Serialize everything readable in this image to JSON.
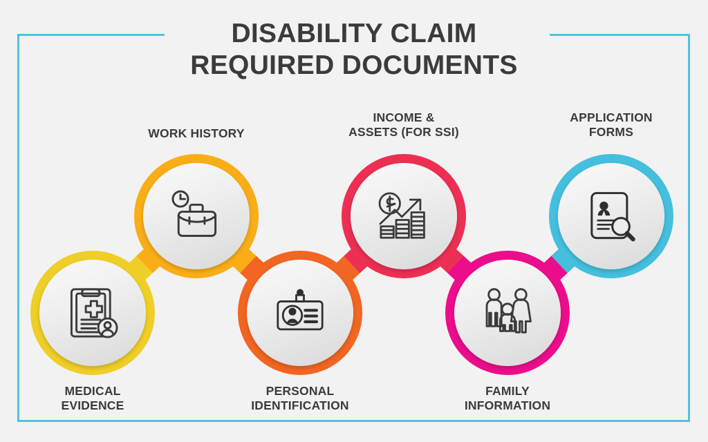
{
  "title": {
    "line1": "DISABILITY CLAIM",
    "line2": "REQUIRED DOCUMENTS"
  },
  "theme": {
    "background": "#F2F2F2",
    "frame_color": "#4EC3E0",
    "title_color": "#3B3B3B",
    "caption_color": "#3B3B3B",
    "icon_color": "#3A3A3A",
    "disc_gradient_from": "#FAFAFA",
    "disc_gradient_to": "#D9D9D9"
  },
  "steps": [
    {
      "id": "medical-evidence",
      "label": "MEDICAL\nEVIDENCE",
      "ring_color": "#EFCE28",
      "icon": "clipboard-medical-person-icon",
      "position": "bottom"
    },
    {
      "id": "work-history",
      "label": "WORK HISTORY",
      "ring_color": "#F9AE17",
      "icon": "briefcase-clock-icon",
      "position": "top"
    },
    {
      "id": "personal-identification",
      "label": "PERSONAL\nIDENTIFICATION",
      "ring_color": "#F26522",
      "icon": "id-badge-icon",
      "position": "bottom"
    },
    {
      "id": "income-assets",
      "label": "INCOME &\nASSETS (FOR SSI)",
      "ring_color": "#ED2F54",
      "icon": "money-growth-chart-icon",
      "position": "top"
    },
    {
      "id": "family-information",
      "label": "FAMILY\nINFORMATION",
      "ring_color": "#EC0D8C",
      "icon": "family-group-icon",
      "position": "bottom"
    },
    {
      "id": "application-forms",
      "label": "APPLICATION\nFORMS",
      "ring_color": "#44BFDD",
      "icon": "resume-magnifier-icon",
      "position": "top"
    }
  ],
  "connectors": [
    {
      "from": "medical-evidence",
      "to": "work-history",
      "color_from": "#EFCE28",
      "color_to": "#F9AE17"
    },
    {
      "from": "work-history",
      "to": "personal-identification",
      "color_from": "#F9AE17",
      "color_to": "#F26522"
    },
    {
      "from": "personal-identification",
      "to": "income-assets",
      "color_from": "#F26522",
      "color_to": "#ED2F54"
    },
    {
      "from": "income-assets",
      "to": "family-information",
      "color_from": "#ED2F54",
      "color_to": "#EC0D8C"
    },
    {
      "from": "family-information",
      "to": "application-forms",
      "color_from": "#EC0D8C",
      "color_to": "#44BFDD"
    }
  ]
}
